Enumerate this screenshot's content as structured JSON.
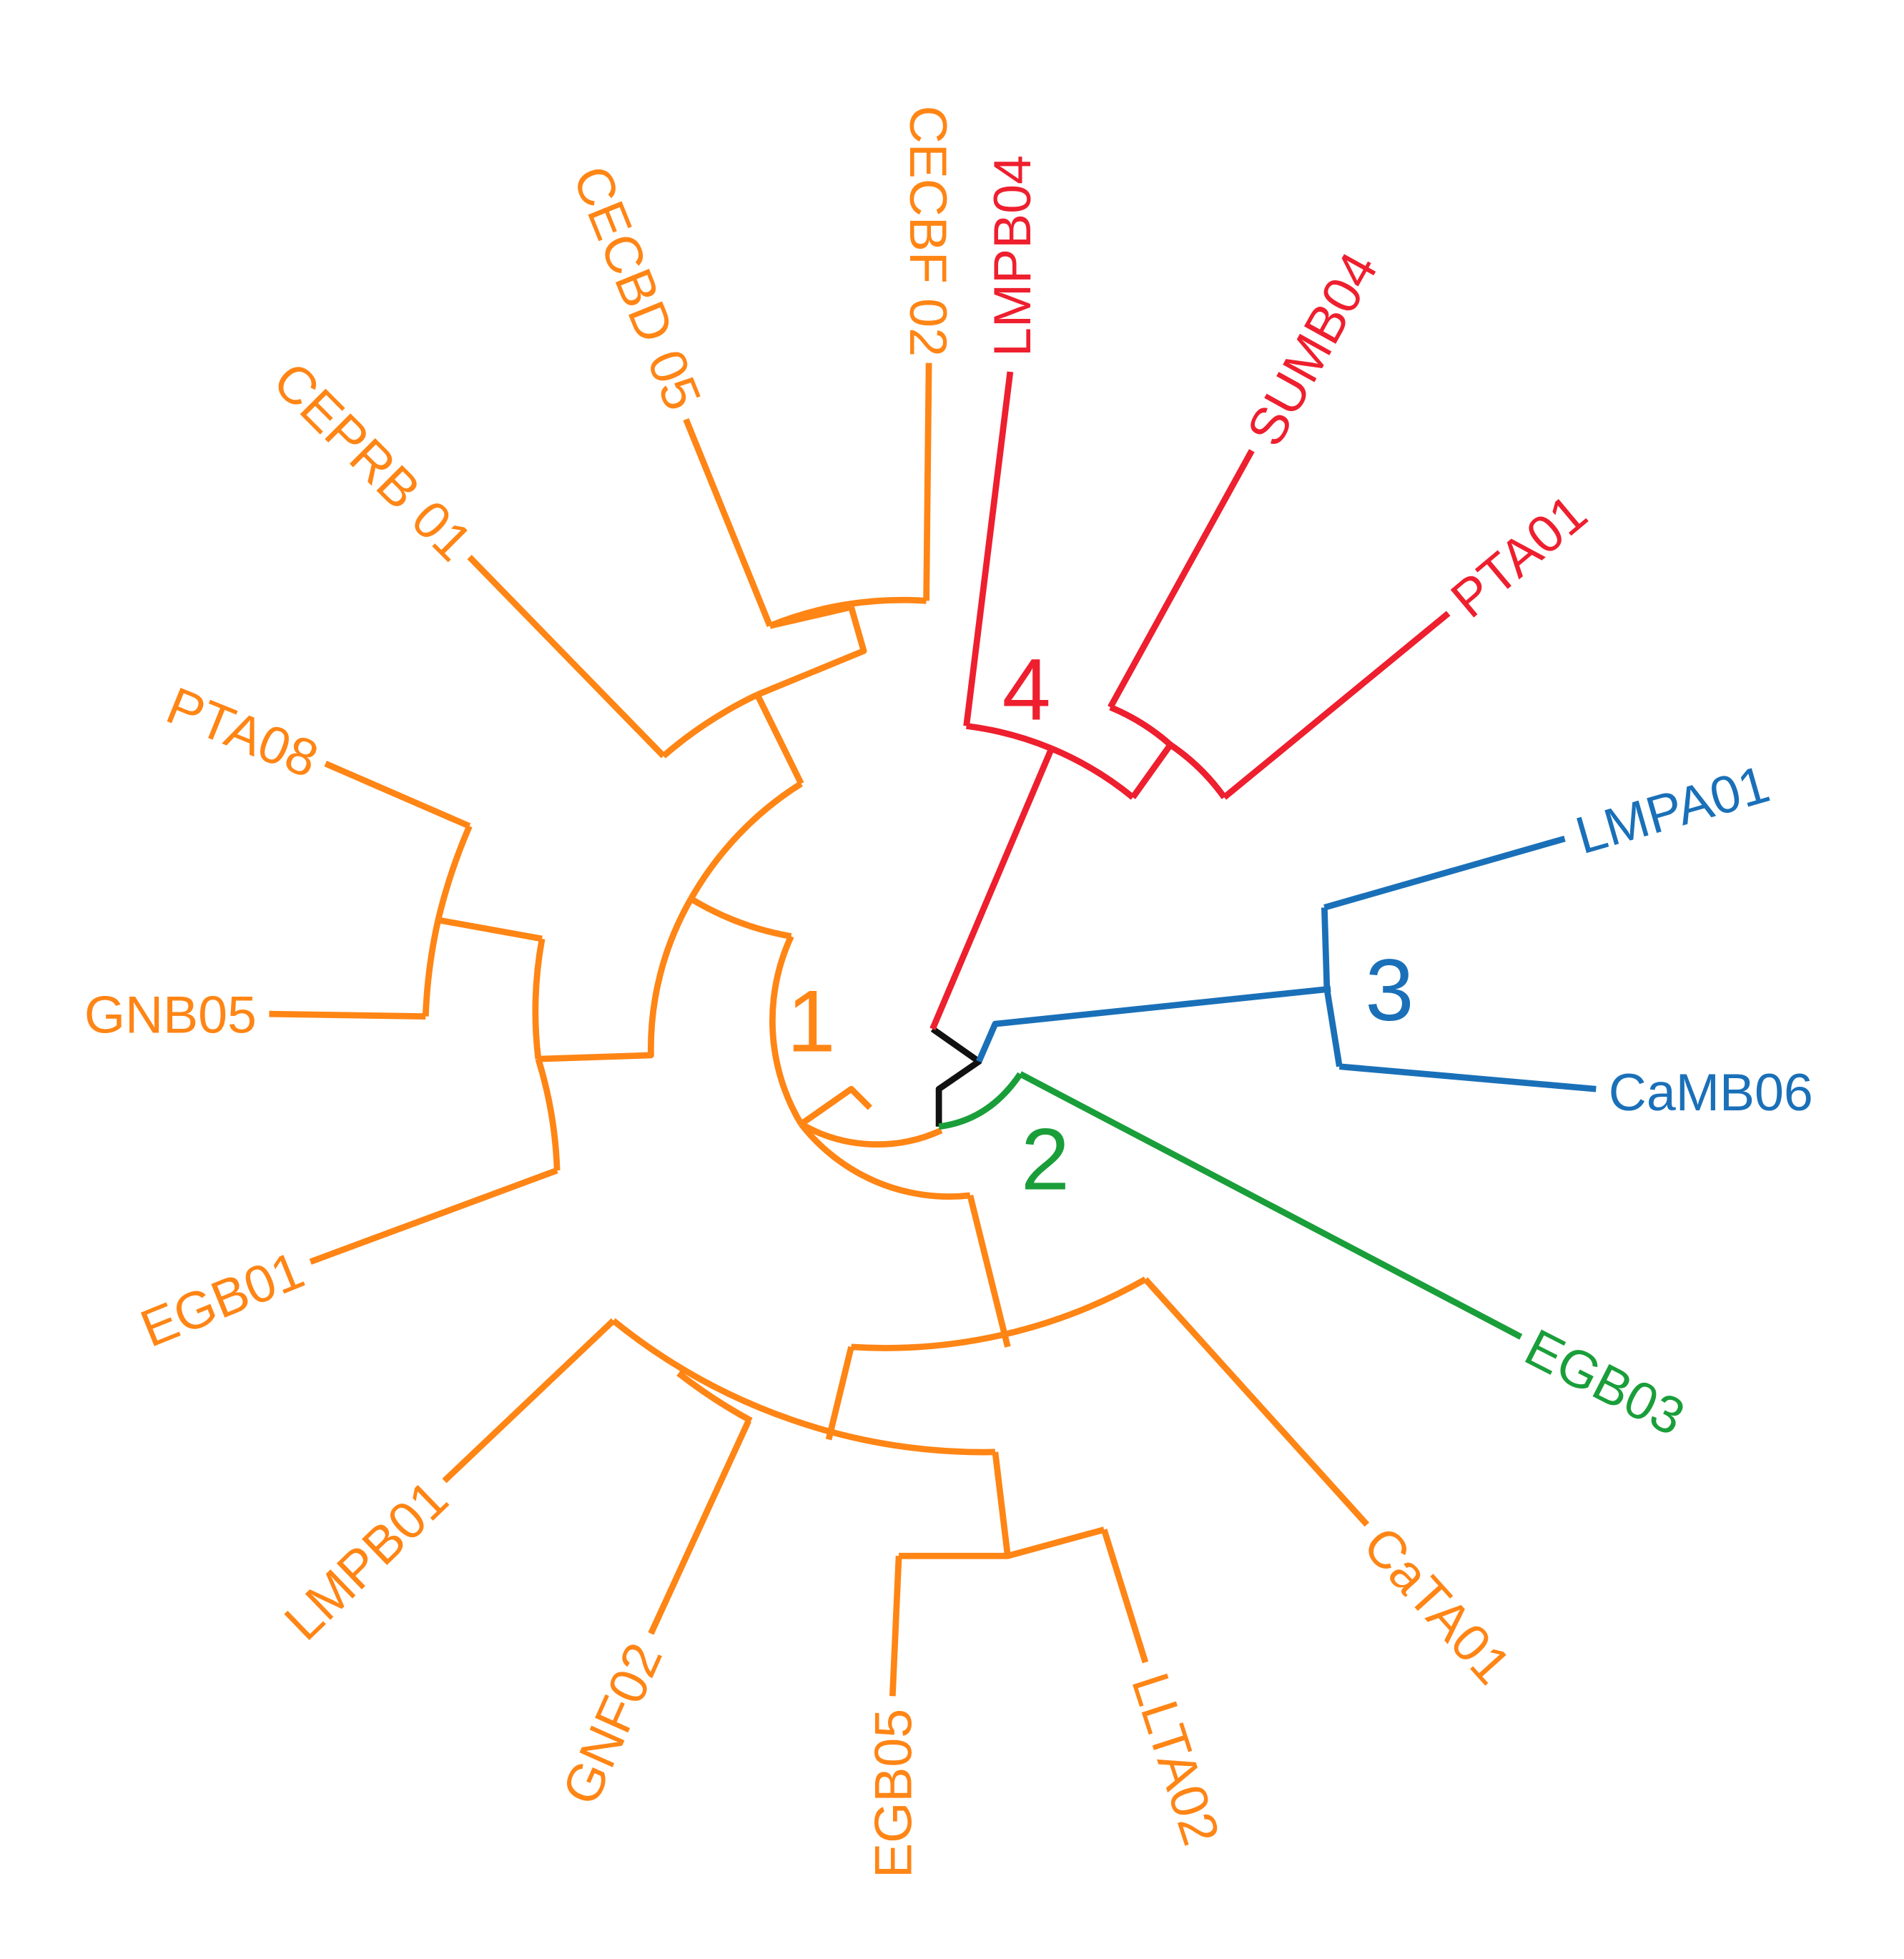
{
  "colors": {
    "cluster_1": "#FF8515",
    "cluster_2": "#1A9E3A",
    "cluster_3": "#1A70B8",
    "cluster_4": "#EE1F2E",
    "root": "#111111"
  },
  "clusters": [
    {
      "id": "cluster_1",
      "label": "1"
    },
    {
      "id": "cluster_2",
      "label": "2"
    },
    {
      "id": "cluster_3",
      "label": "3"
    },
    {
      "id": "cluster_4",
      "label": "4"
    }
  ],
  "leaves": [
    {
      "id": "CECBF02",
      "label": "CECBF 02",
      "cluster": "cluster_1"
    },
    {
      "id": "CECBD05",
      "label": "CECBD 05",
      "cluster": "cluster_1"
    },
    {
      "id": "CEPRB01",
      "label": "CEPRB 01",
      "cluster": "cluster_1"
    },
    {
      "id": "PTA08",
      "label": "PTA08",
      "cluster": "cluster_1"
    },
    {
      "id": "GNB05",
      "label": "GNB05",
      "cluster": "cluster_1"
    },
    {
      "id": "EGB01",
      "label": "EGB01",
      "cluster": "cluster_1"
    },
    {
      "id": "LMPB01",
      "label": "LMPB01",
      "cluster": "cluster_1"
    },
    {
      "id": "GNF02",
      "label": "GNF02",
      "cluster": "cluster_1"
    },
    {
      "id": "EGB05",
      "label": "EGB05",
      "cluster": "cluster_1"
    },
    {
      "id": "LLTA02",
      "label": "LLTA02",
      "cluster": "cluster_1"
    },
    {
      "id": "CaTA01",
      "label": "CaTA01",
      "cluster": "cluster_1"
    },
    {
      "id": "EGB03",
      "label": "EGB03",
      "cluster": "cluster_2"
    },
    {
      "id": "CaMB06",
      "label": "CaMB06",
      "cluster": "cluster_3"
    },
    {
      "id": "LMPA01",
      "label": "LMPA01",
      "cluster": "cluster_3"
    },
    {
      "id": "PTA01",
      "label": "PTA01",
      "cluster": "cluster_4"
    },
    {
      "id": "SUMB04",
      "label": "SUMB04",
      "cluster": "cluster_4"
    },
    {
      "id": "LMPB04",
      "label": "LMPB04",
      "cluster": "cluster_4"
    }
  ]
}
